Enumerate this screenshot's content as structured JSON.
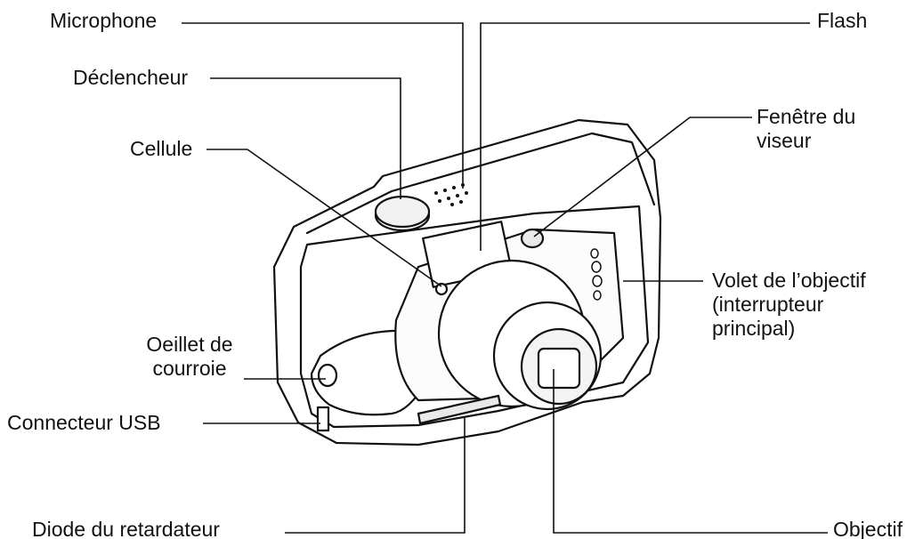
{
  "labels": {
    "microphone": "Microphone",
    "shutter": "Déclencheur",
    "cell": "Cellule",
    "strap_eyelet": [
      "Oeillet de",
      "courroie"
    ],
    "usb": "Connecteur USB",
    "self_timer": "Diode du retardateur",
    "flash": "Flash",
    "viewfinder": [
      "Fenêtre du",
      "viseur"
    ],
    "lens_cover": [
      "Volet de l’objectif",
      "(interrupteur",
      "principal)"
    ],
    "lens": "Objectif"
  },
  "colors": {
    "line": "#111111",
    "body": "#ffffff",
    "shade": "#e9e9e9"
  }
}
